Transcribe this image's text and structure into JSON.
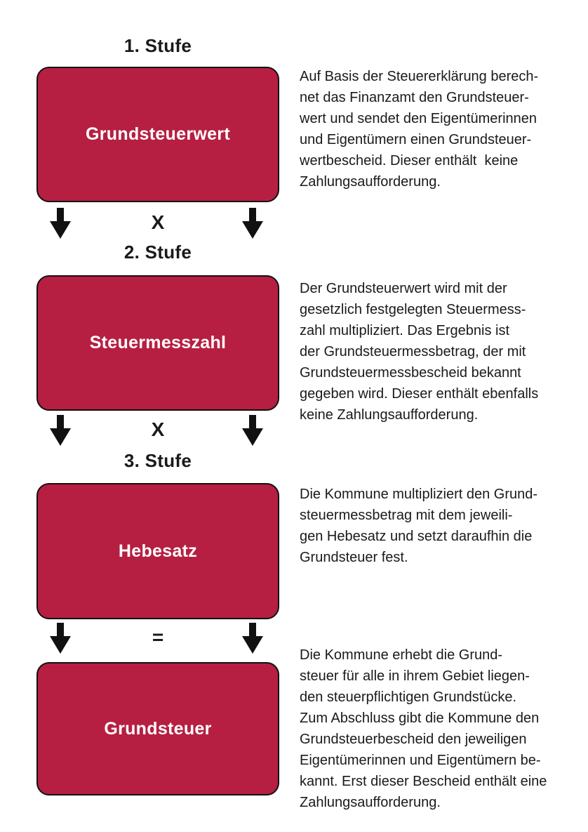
{
  "page": {
    "background": "#ffffff",
    "box_color": "#B61F41",
    "box_border_color": "#111111",
    "box_text_color": "#ffffff",
    "text_color": "#1a1a1a",
    "arrow_color": "#111111"
  },
  "stages": [
    {
      "label": "1. Stufe",
      "box": "Grundsteuerwert",
      "description": "Auf Basis der Steuererklärung berech-\nnet das Finanzamt den Grundsteuer-\nwert und sendet den Eigentümerinnen\nund Eigentümern einen Grundsteuer-\nwertbescheid. Dieser enthält  keine\nZahlungsaufforderung.",
      "operator_after": "X"
    },
    {
      "label": "2. Stufe",
      "box": "Steuermesszahl",
      "description": "Der Grundsteuerwert wird mit der\ngesetzlich festgelegten Steuermess-\nzahl multipliziert. Das Ergebnis ist\nder Grundsteuermessbetrag, der mit\nGrundsteuermessbescheid bekannt\ngegeben wird. Dieser enthält ebenfalls\nkeine Zahlungsaufforderung.",
      "operator_after": "X"
    },
    {
      "label": "3. Stufe",
      "box": "Hebesatz",
      "description": "Die Kommune multipliziert den Grund-\nsteuermessbetrag mit dem jeweili-\ngen Hebesatz und setzt daraufhin die\nGrundsteuer fest.",
      "operator_after": "="
    },
    {
      "box": "Grundsteuer",
      "description": "Die Kommune erhebt die Grund-\nsteuer für alle in ihrem Gebiet liegen-\nden steuerpflichtigen Grundstücke.\nZum Abschluss gibt die Kommune den\nGrundsteuerbescheid den jeweiligen\nEigentümerinnen und Eigentümern be-\nkannt. Erst dieser Bescheid enthält eine\nZahlungsaufforderung."
    }
  ]
}
